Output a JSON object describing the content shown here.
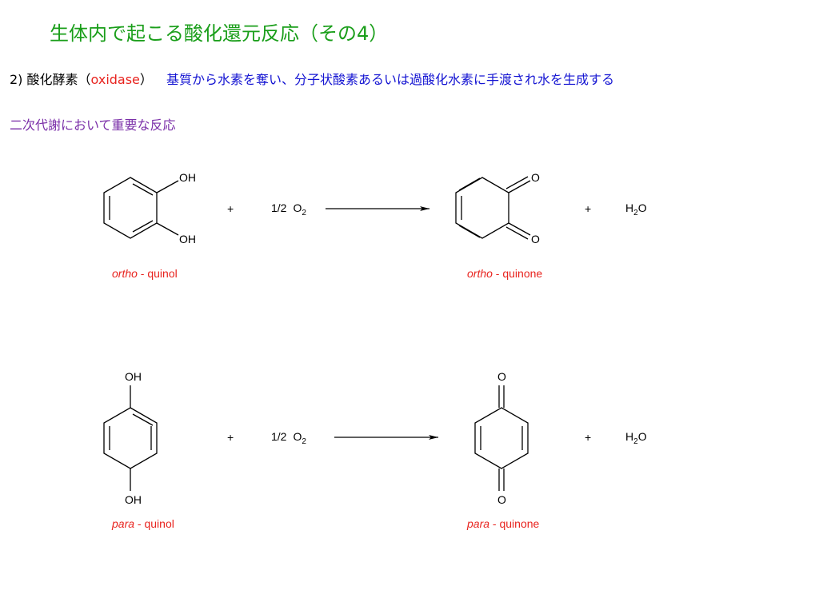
{
  "title": "生体内で起こる酸化還元反応（その4）",
  "section": {
    "number": "2)",
    "label_jp": "酸化酵素",
    "label_en_open": "（",
    "label_en": "oxidase",
    "label_en_close": "）",
    "description": "基質から水素を奪い、分子状酸素あるいは過酸化水素に手渡され水を生成する"
  },
  "subheading": "二次代謝において重要な反応",
  "colors": {
    "title": "#1a9e1a",
    "oxidase": "#e8231e",
    "description": "#1414d2",
    "subheading": "#7a2ea8",
    "captions": "#e8231e"
  },
  "reactions": [
    {
      "reactant_caption_prefix": "ortho",
      "reactant_caption_suffix": " - quinol",
      "reactant_substituent_top": "OH",
      "reactant_substituent_bottom": "OH",
      "plus_1": "+",
      "reagent_coeff": "1/2",
      "reagent_symbol": "O",
      "reagent_subscript": "2",
      "product_caption_prefix": "ortho",
      "product_caption_suffix": " - quinone",
      "product_substituent_top": "O",
      "product_substituent_bottom": "O",
      "plus_2": "+",
      "byproduct_h": "H",
      "byproduct_subscript": "2",
      "byproduct_o": "O"
    },
    {
      "reactant_caption_prefix": "para",
      "reactant_caption_suffix": " - quinol",
      "reactant_substituent_top": "OH",
      "reactant_substituent_bottom": "OH",
      "plus_1": "+",
      "reagent_coeff": "1/2",
      "reagent_symbol": "O",
      "reagent_subscript": "2",
      "product_caption_prefix": "para",
      "product_caption_suffix": " - quinone",
      "product_substituent_top": "O",
      "product_substituent_bottom": "O",
      "plus_2": "+",
      "byproduct_h": "H",
      "byproduct_subscript": "2",
      "byproduct_o": "O"
    }
  ]
}
